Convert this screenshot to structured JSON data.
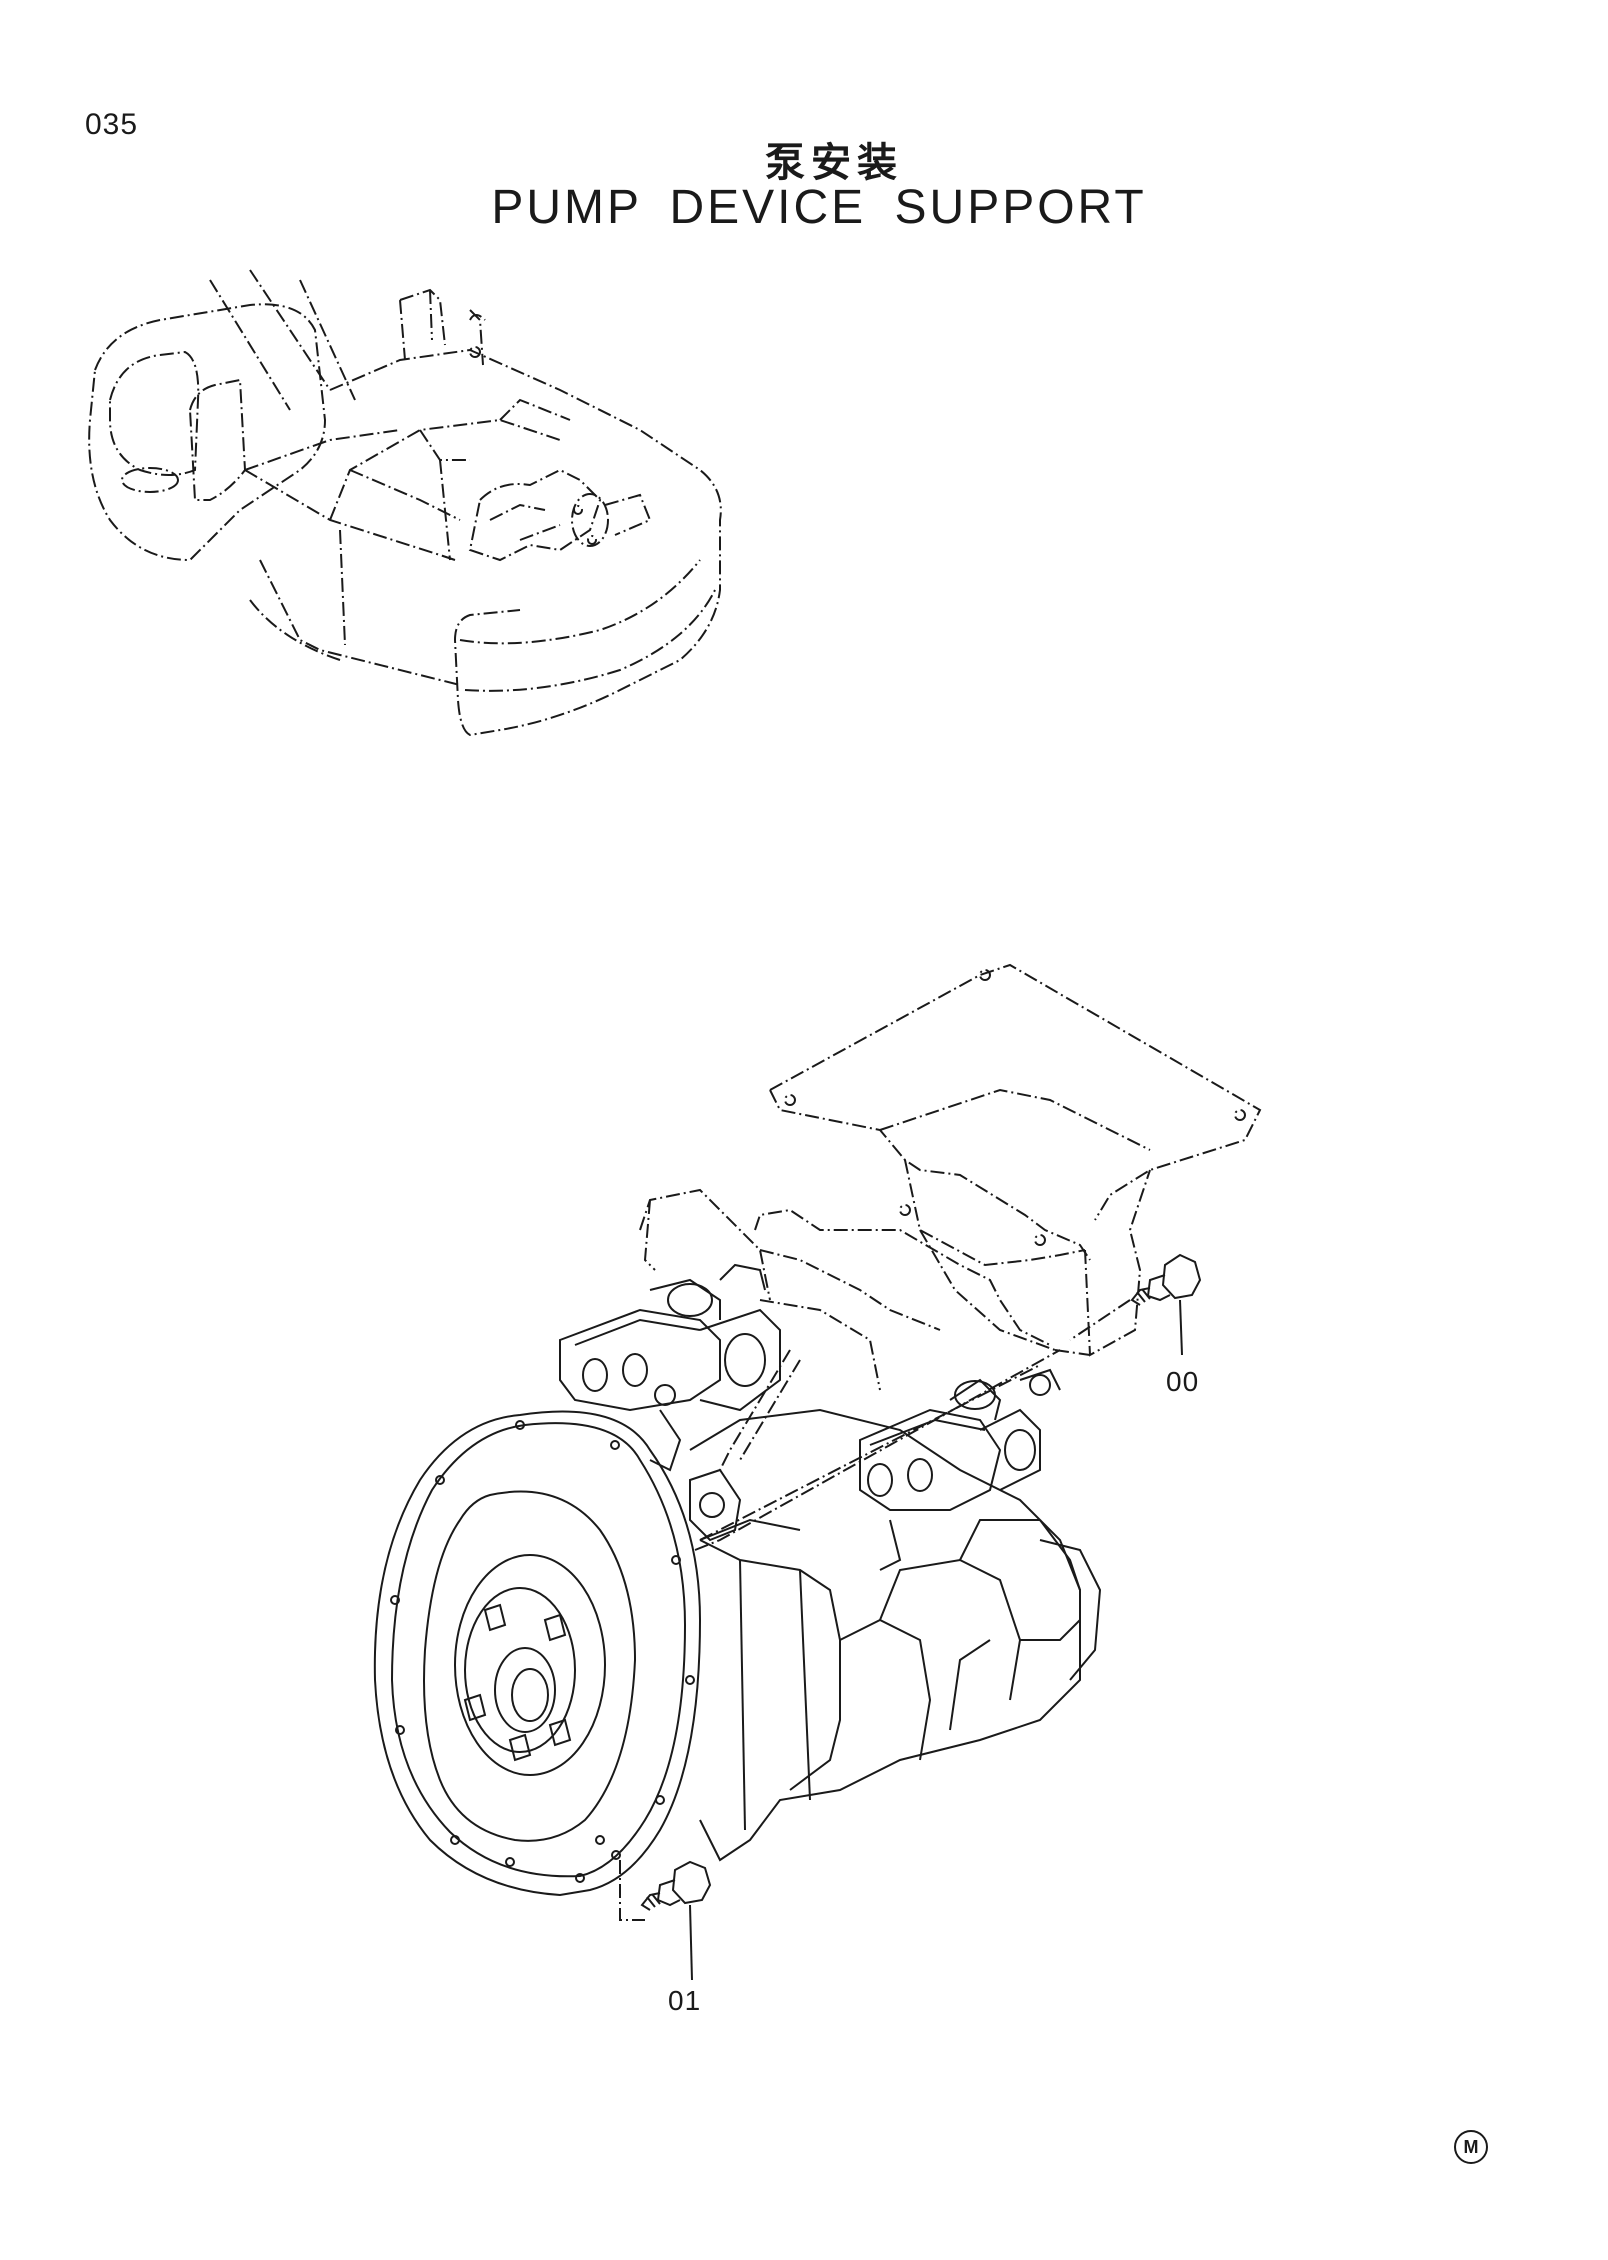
{
  "page": {
    "number": "035",
    "title_cn": "泵安装",
    "title_en": "PUMP DEVICE SUPPORT"
  },
  "callouts": [
    {
      "id": "00",
      "label": "00"
    },
    {
      "id": "01",
      "label": "01"
    }
  ],
  "mark": "M"
}
